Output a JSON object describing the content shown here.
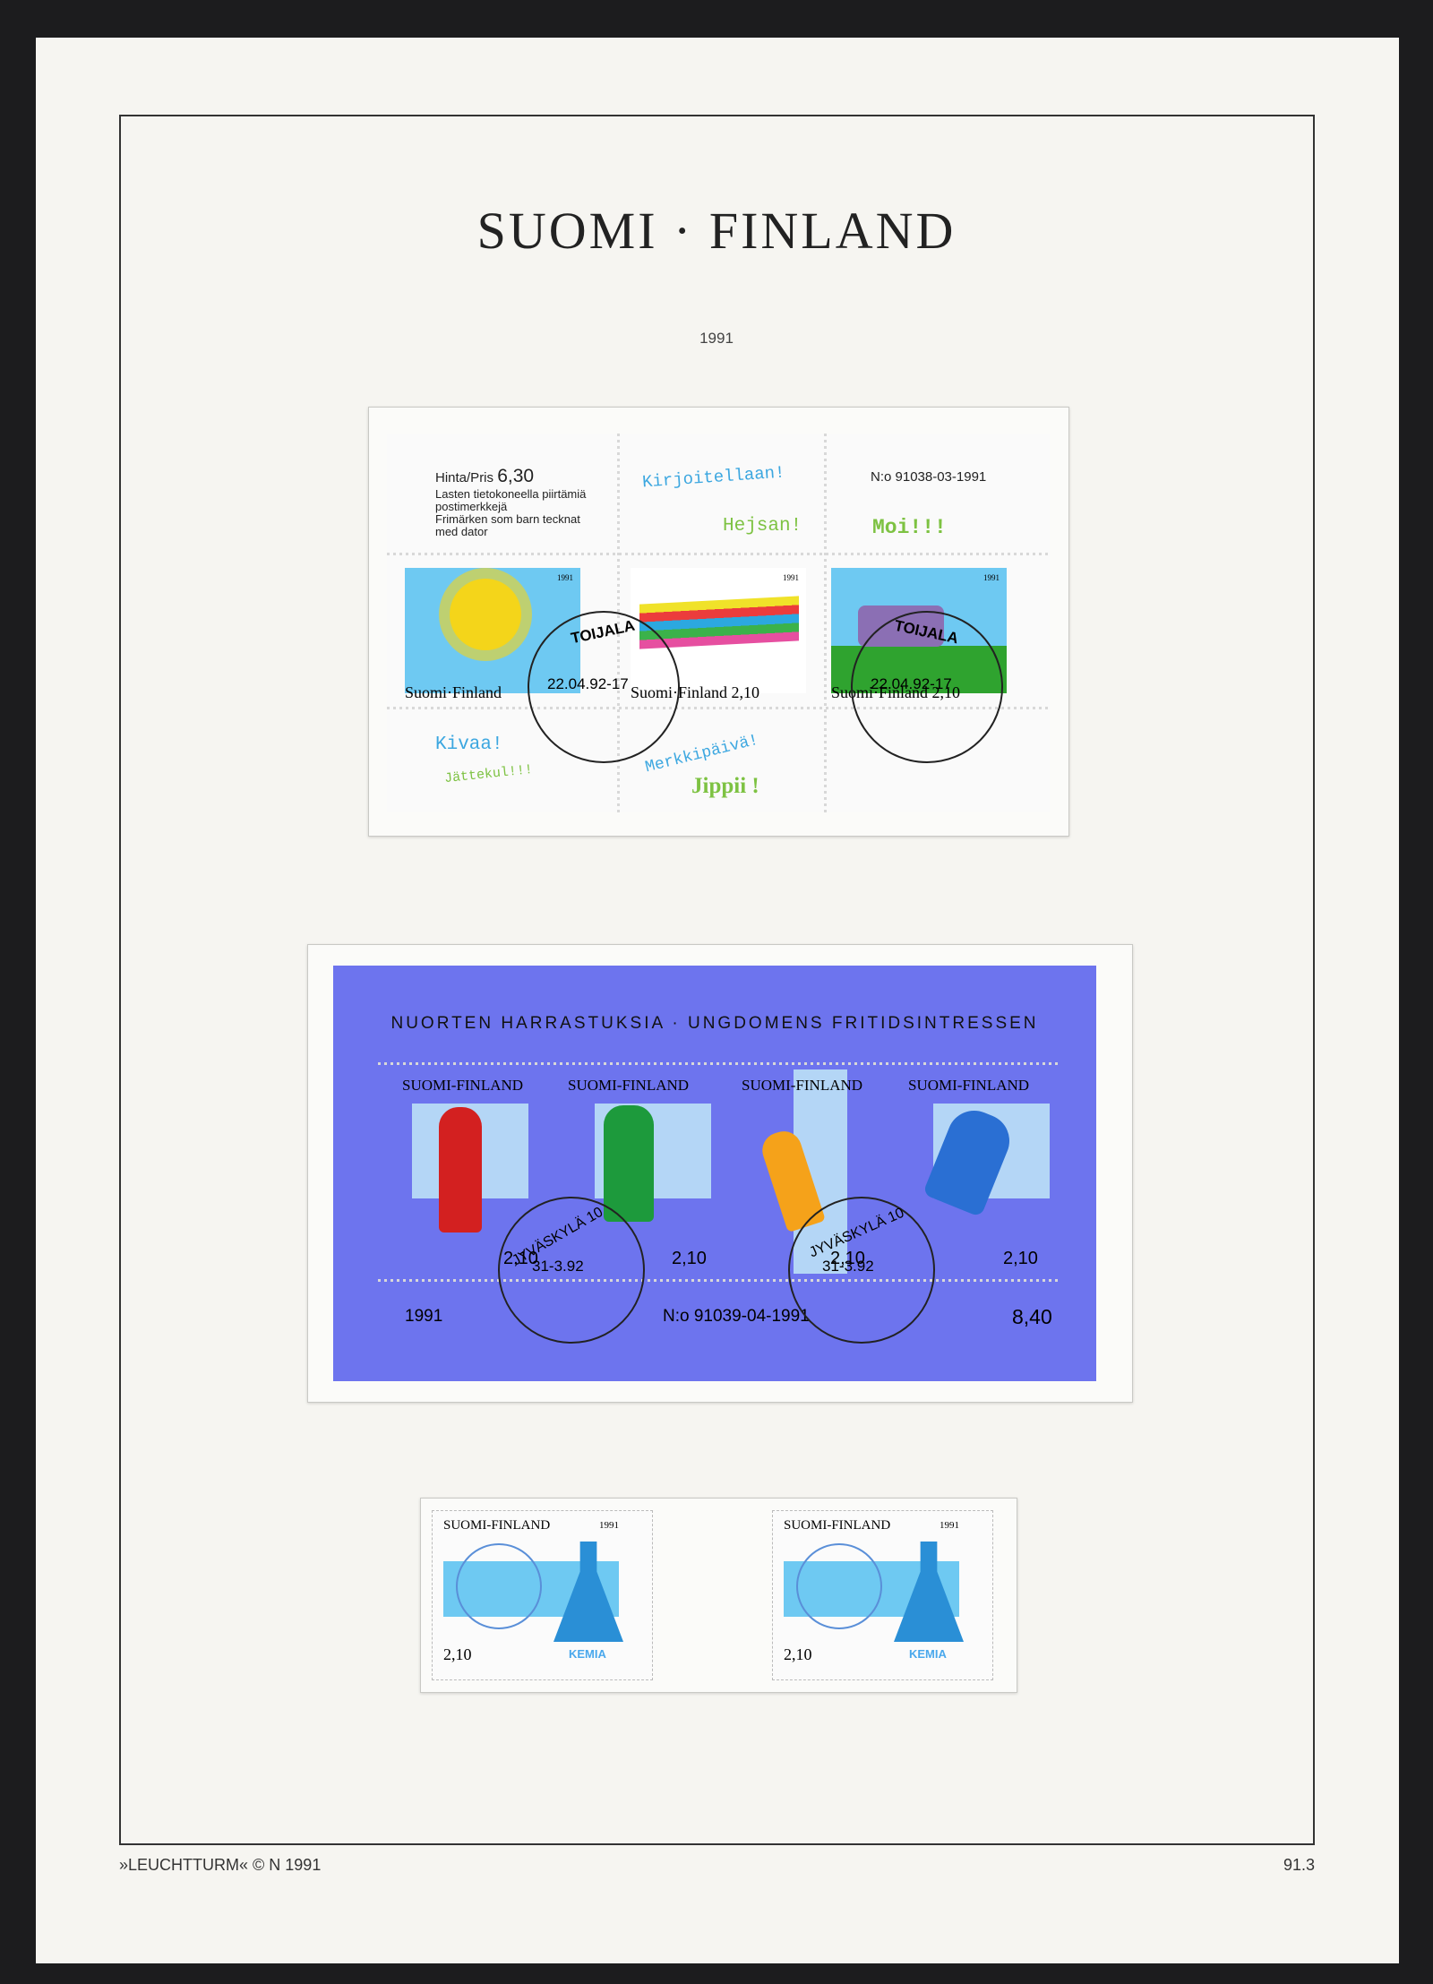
{
  "title": "SUOMI · FINLAND",
  "year": "1991",
  "footer": {
    "left": "»LEUCHTTURM« © N 1991",
    "right": "91.3"
  },
  "sheet1": {
    "price_label": "Hinta/Pris",
    "price": "6,30",
    "line1": "Lasten tietokoneella piirtämiä",
    "line2": "postimerkkejä",
    "line3": "Frimärken som barn tecknat",
    "line4": "med dator",
    "number": "N:o 91038-03-1991",
    "words": [
      "Kirjoitellaan!",
      "Hejsan!",
      "Moi!!!",
      "Kivaa!",
      "Jättekul!!!",
      "Merkkipäivä!",
      "Jippii !"
    ],
    "stamp_year": "1991",
    "stamp_country": "Suomi·Finland",
    "stamp_value": "2,10",
    "postmark_town": "TOIJALA",
    "postmark_date": "22.04.92-17"
  },
  "sheet2": {
    "header": "NUORTEN HARRASTUKSIA · UNGDOMENS FRITIDSINTRESSEN",
    "country": "SUOMI-FINLAND",
    "value": "2,10",
    "year": "1991",
    "number": "N:o 91039-04-1991",
    "total": "8,40",
    "postmark_town": "JYVÄSKYLÄ 10",
    "postmark_date": "31-3.92"
  },
  "pair": {
    "country": "SUOMI-FINLAND",
    "year": "1991",
    "value": "2,10",
    "label": "KEMIA"
  },
  "colors": {
    "sheet2_bg": "#6d74ee",
    "sky": "#6ec9f2",
    "grass": "#2fa32f",
    "green_word": "#7dc242",
    "blue_word": "#3ca7e0"
  }
}
